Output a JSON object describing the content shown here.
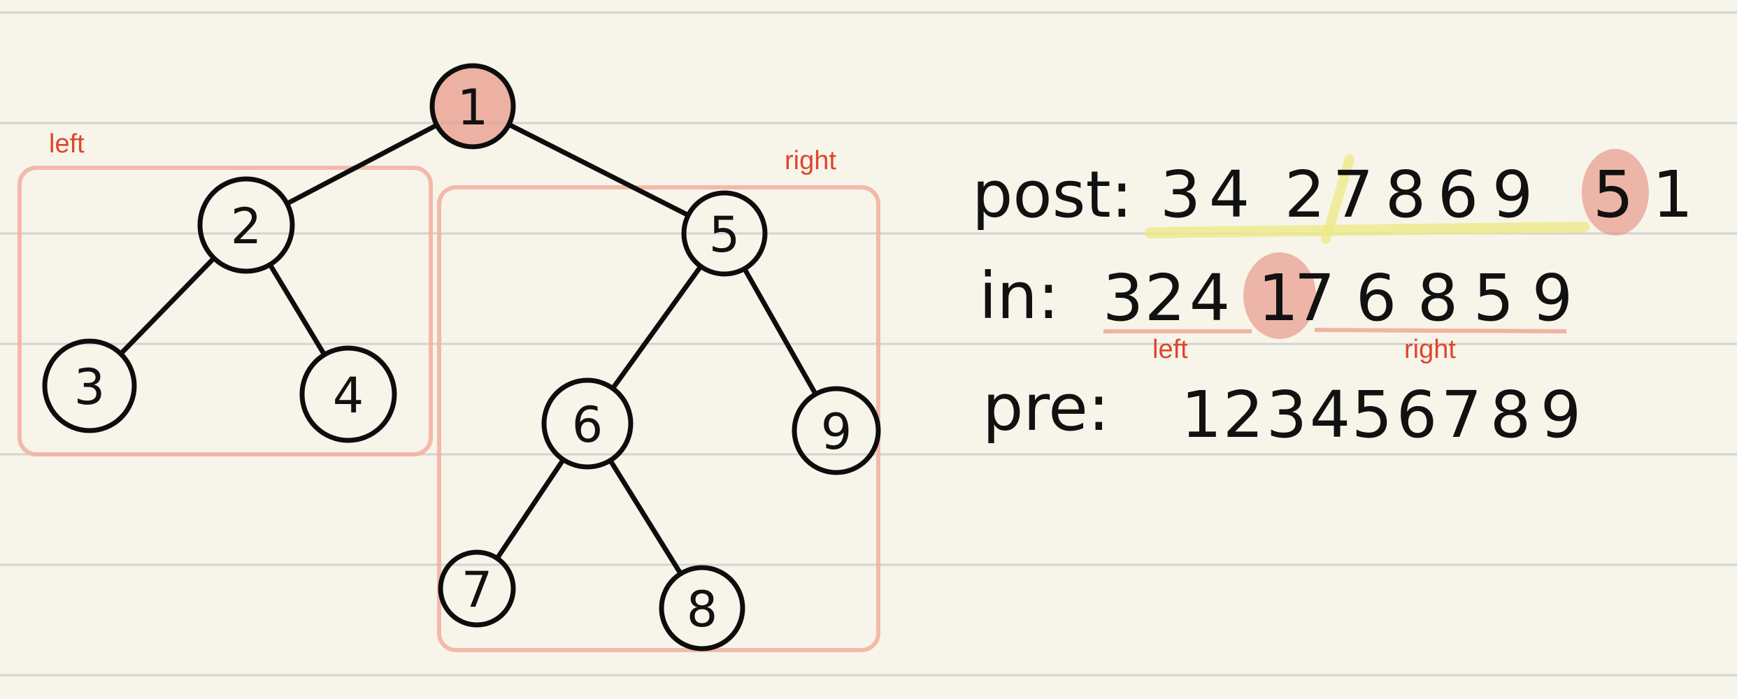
{
  "tree": {
    "nodes": [
      {
        "id": "1",
        "label": "1",
        "highlight": true
      },
      {
        "id": "2",
        "label": "2"
      },
      {
        "id": "3",
        "label": "3"
      },
      {
        "id": "4",
        "label": "4"
      },
      {
        "id": "5",
        "label": "5"
      },
      {
        "id": "6",
        "label": "6"
      },
      {
        "id": "7",
        "label": "7"
      },
      {
        "id": "8",
        "label": "8"
      },
      {
        "id": "9",
        "label": "9"
      }
    ],
    "edges": [
      [
        "1",
        "2"
      ],
      [
        "1",
        "5"
      ],
      [
        "2",
        "3"
      ],
      [
        "2",
        "4"
      ],
      [
        "5",
        "6"
      ],
      [
        "5",
        "9"
      ],
      [
        "6",
        "7"
      ],
      [
        "6",
        "8"
      ]
    ],
    "left_box_label": "left",
    "right_box_label": "right"
  },
  "sequences": {
    "post": {
      "label": "post:",
      "digits": [
        "3",
        "4",
        "2",
        "7",
        "8",
        "6",
        "9",
        "5",
        "1"
      ]
    },
    "in": {
      "label": "in:",
      "digits": [
        "3",
        "2",
        "4",
        "1",
        "7",
        "6",
        "8",
        "5",
        "9"
      ],
      "left_label": "left",
      "right_label": "right"
    },
    "pre": {
      "label": "pre:",
      "digits": [
        "1",
        "2",
        "3",
        "4",
        "5",
        "6",
        "7",
        "8",
        "9"
      ]
    }
  },
  "colors": {
    "background": "#f7f5ea",
    "ink": "#111111",
    "highlight_red": "#e89a8a",
    "highlight_yellow": "#ecea8a",
    "label_red": "#e0452b",
    "rule_lines": "#d3d3d3"
  }
}
